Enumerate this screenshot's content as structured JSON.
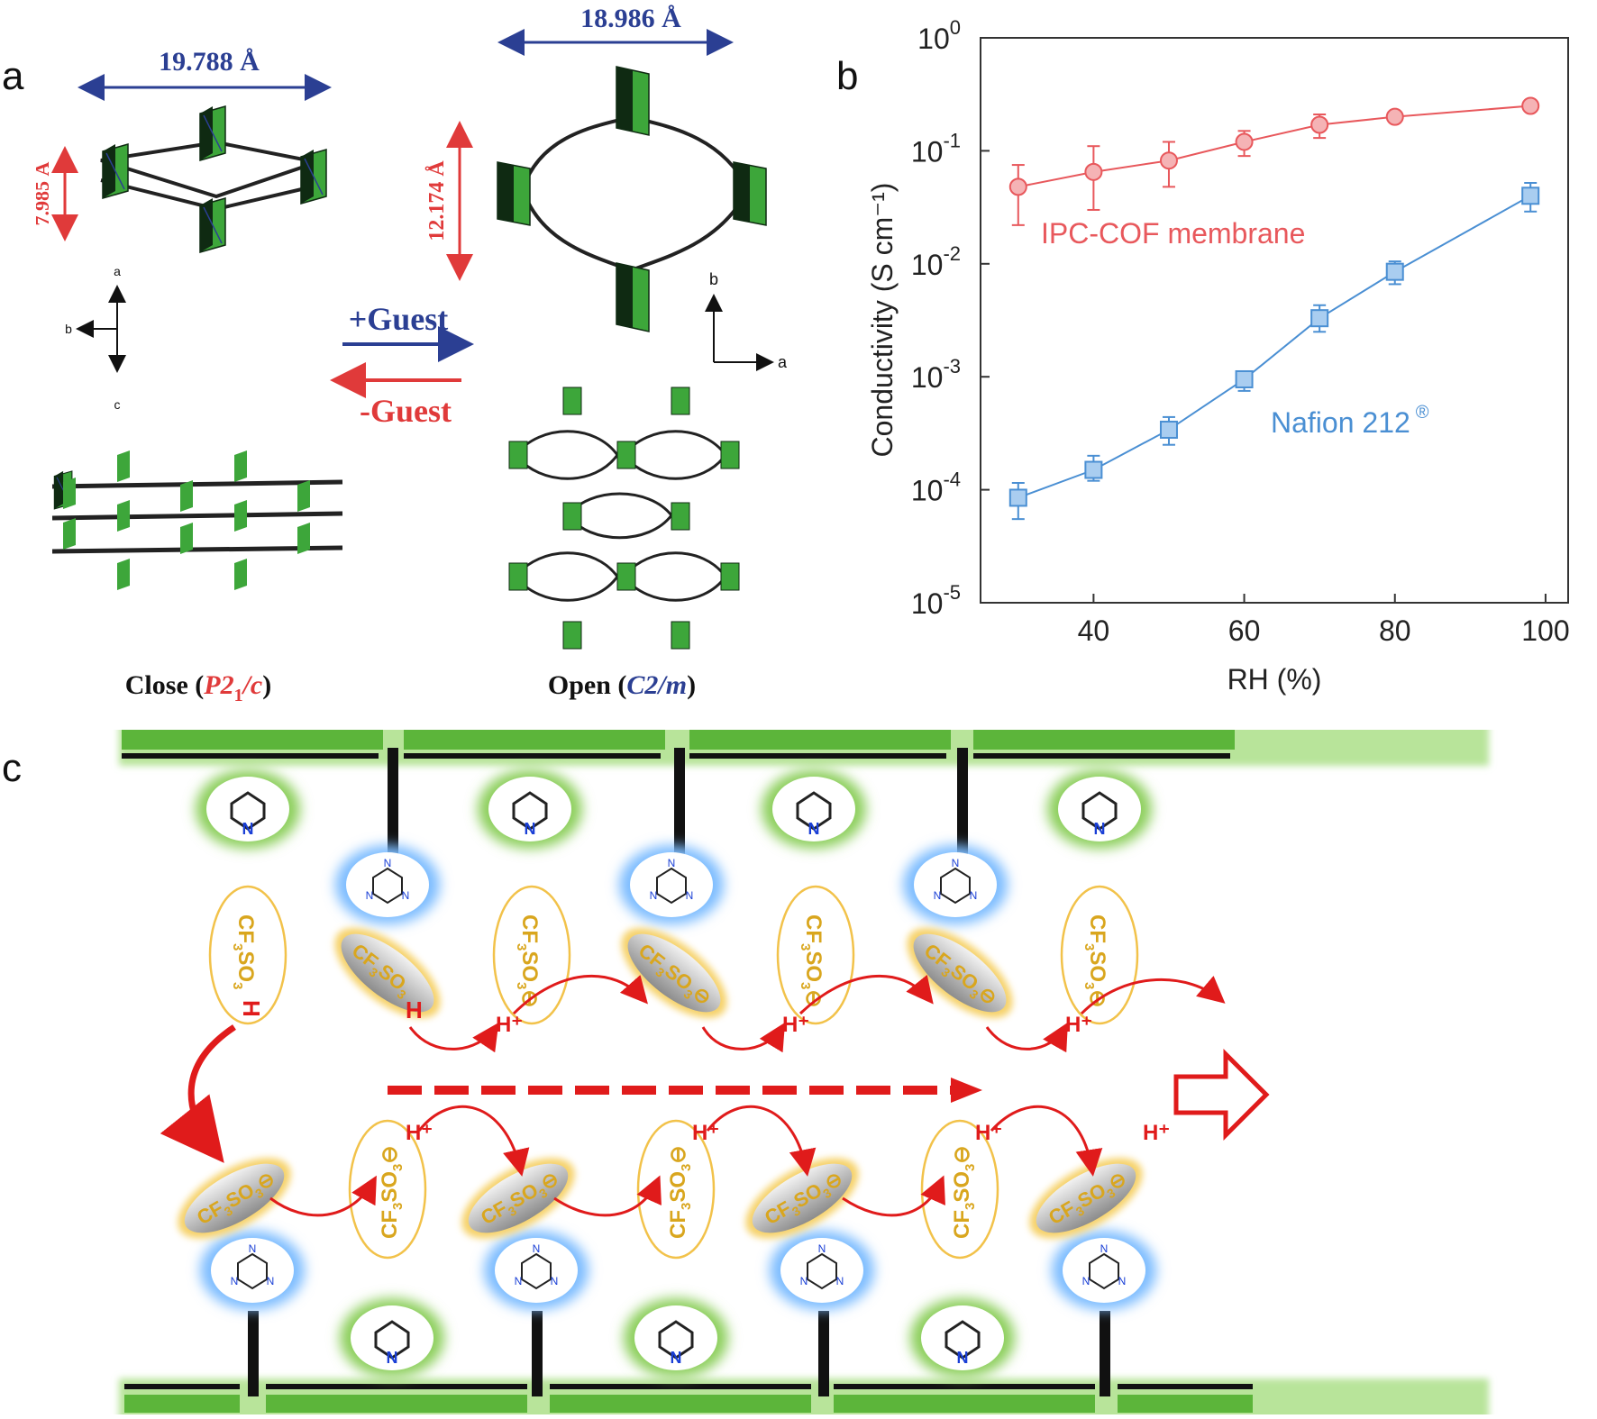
{
  "figure": {
    "panel_labels": {
      "a": "a",
      "b": "b",
      "c": "c"
    }
  },
  "panel_a": {
    "close_width": "19.788 Å",
    "close_height": "7.985 Å",
    "open_width": "18.986 Å",
    "open_height": "12.174 Å",
    "add_guest": "+Guest",
    "remove_guest": "-Guest",
    "axes_left": {
      "up": "a",
      "left": "b",
      "down": "c"
    },
    "axes_right": {
      "up": "b",
      "right": "a"
    },
    "close_label": {
      "prefix": "Close (",
      "sym": "P2",
      "sub": "1",
      "suffix_sym": "/c",
      "close": ")"
    },
    "open_label": {
      "prefix": "Open (",
      "sym": "C2/",
      "sym2": "m",
      "close": ")"
    },
    "colors": {
      "blue": "#2b3f93",
      "red": "#e03a3a",
      "green": "#3da63a",
      "dark": "#0f2a12"
    }
  },
  "panel_b": {
    "chart_data": {
      "type": "line",
      "xlabel": "RH (%)",
      "ylabel": "Conductivity (S cm⁻¹)",
      "x_ticks": [
        "40",
        "60",
        "80",
        "100"
      ],
      "y_ticks": [
        {
          "base": "10",
          "exp": "0"
        },
        {
          "base": "10",
          "exp": "-1"
        },
        {
          "base": "10",
          "exp": "-2"
        },
        {
          "base": "10",
          "exp": "-3"
        },
        {
          "base": "10",
          "exp": "-4"
        },
        {
          "base": "10",
          "exp": "-5"
        }
      ],
      "xlim": [
        25,
        103
      ],
      "ylim_log10": [
        -5,
        0
      ],
      "yscale": "log",
      "series": [
        {
          "name": "IPC-COF membrane",
          "color": "#e8585c",
          "marker": "circle",
          "x": [
            30,
            40,
            50,
            60,
            70,
            80,
            98
          ],
          "y": [
            0.048,
            0.065,
            0.082,
            0.12,
            0.17,
            0.2,
            0.25
          ],
          "err_low": [
            0.022,
            0.03,
            0.048,
            0.09,
            0.13,
            0.18,
            0.24
          ],
          "err_high": [
            0.075,
            0.11,
            0.12,
            0.15,
            0.21,
            0.22,
            0.26
          ]
        },
        {
          "name": "Nafion 212®",
          "color": "#4a8fd3",
          "marker": "square",
          "x": [
            30,
            40,
            50,
            60,
            70,
            80,
            98
          ],
          "y": [
            8.5e-05,
            0.00015,
            0.00034,
            0.00095,
            0.0033,
            0.0085,
            0.04
          ],
          "err_low": [
            5.5e-05,
            0.00012,
            0.00025,
            0.00075,
            0.0025,
            0.0066,
            0.029
          ],
          "err_high": [
            0.000115,
            0.0002,
            0.00044,
            0.0011,
            0.0043,
            0.0105,
            0.052
          ]
        }
      ],
      "legend": [
        {
          "label": "IPC-COF membrane",
          "color": "#e8585c"
        },
        {
          "label": "Nafion 212",
          "sup": "®",
          "color": "#4a8fd3"
        }
      ]
    }
  },
  "panel_c": {
    "anion": {
      "cf": "CF",
      "sub3a": "3",
      "so": "SO",
      "sub3b": "3",
      "charge": "⊖"
    },
    "proton": "H⁺",
    "hbond": "H",
    "n_atom": "N",
    "colors": {
      "green": "#5cb53a",
      "blue_glow": "#6fb1ff",
      "yellow": "#f2c24a",
      "red": "#e01b1b"
    }
  }
}
